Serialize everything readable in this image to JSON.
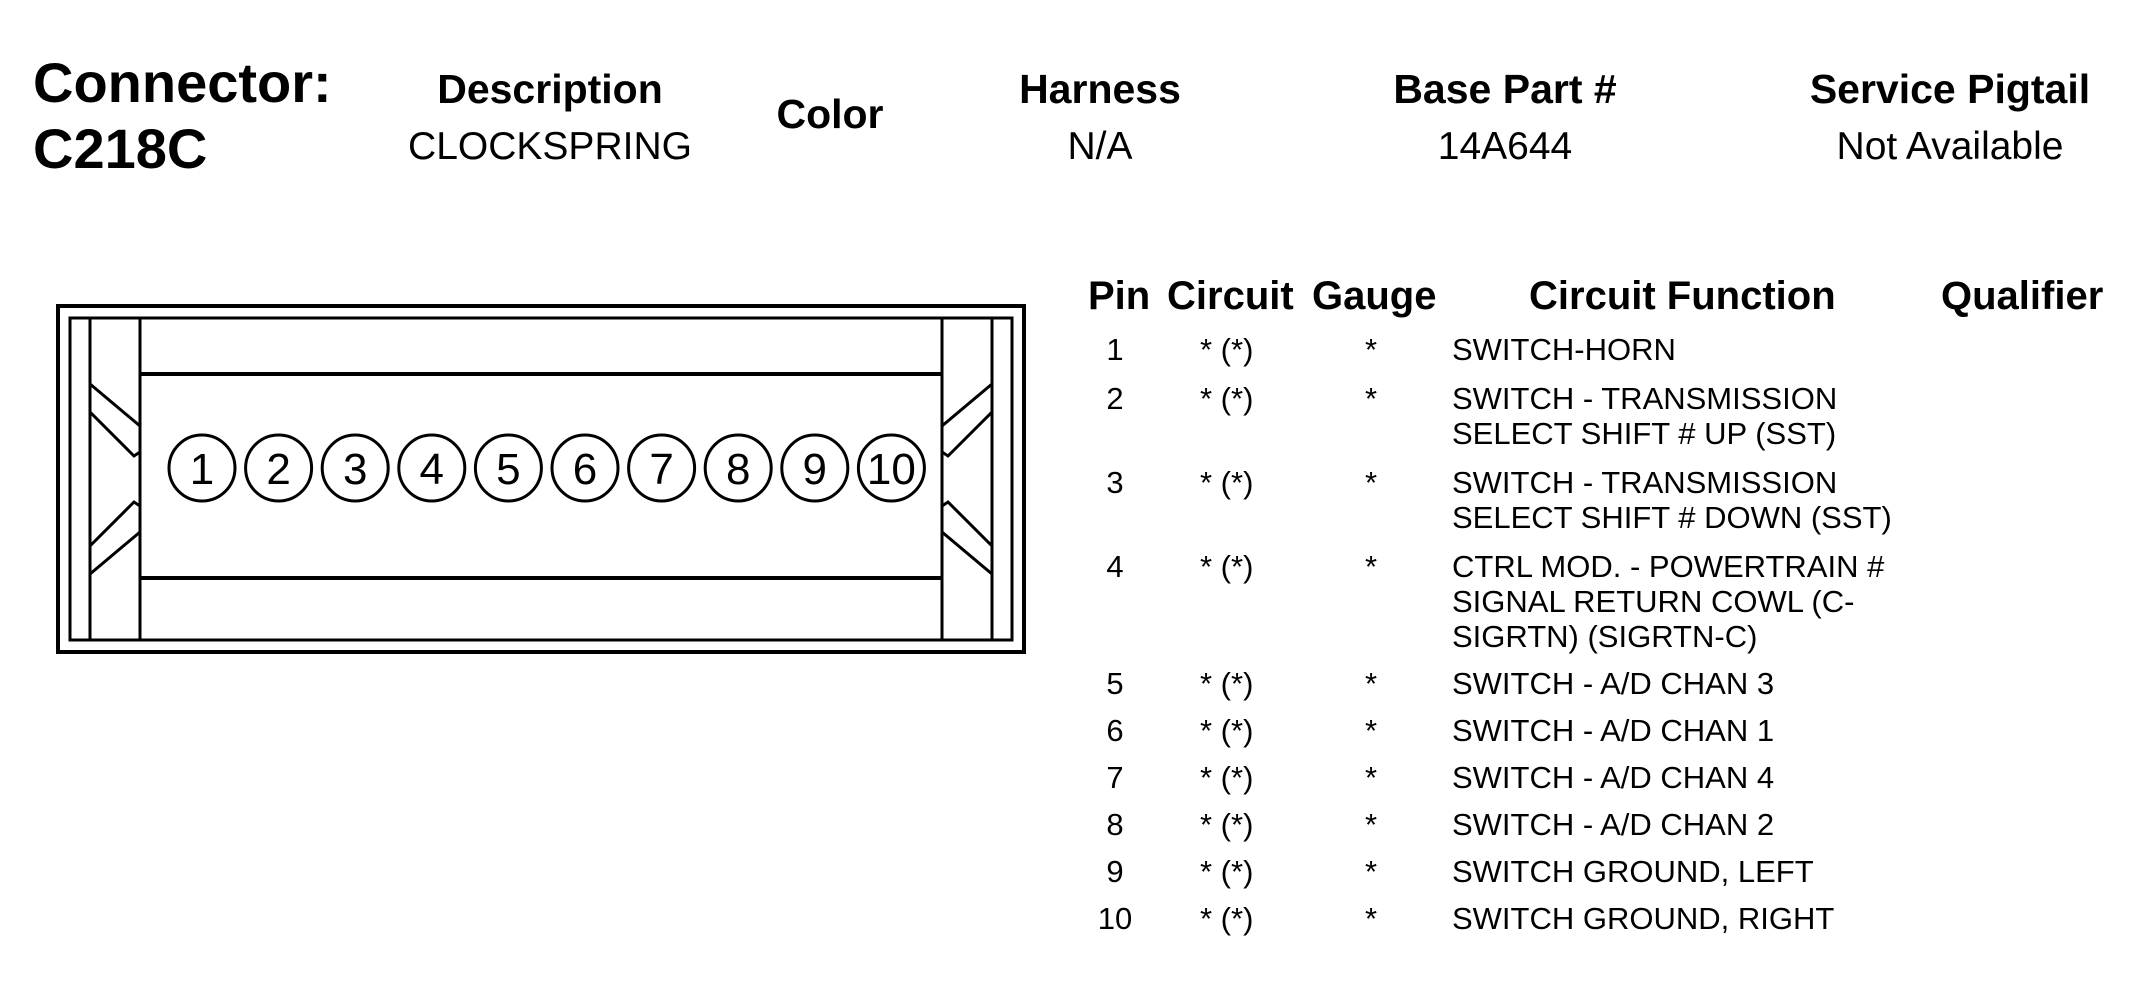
{
  "header": {
    "connector_label": "Connector:",
    "connector_id": "C218C",
    "description_label": "Description",
    "description_value": "CLOCKSPRING",
    "color_label": "Color",
    "harness_label": "Harness",
    "harness_value": "N/A",
    "base_part_label": "Base Part #",
    "base_part_value": "14A644",
    "service_pigtail_label": "Service Pigtail",
    "service_pigtail_value": "Not Available"
  },
  "connector": {
    "pin_labels": [
      "1",
      "2",
      "3",
      "4",
      "5",
      "6",
      "7",
      "8",
      "9",
      "10"
    ]
  },
  "table": {
    "headers": {
      "pin": "Pin",
      "circuit": "Circuit",
      "gauge": "Gauge",
      "function": "Circuit Function",
      "qualifier": "Qualifier"
    },
    "rows": [
      {
        "pin": "1",
        "circuit": "* (*)",
        "gauge": "*",
        "function": "SWITCH-HORN",
        "qualifier": ""
      },
      {
        "pin": "2",
        "circuit": "* (*)",
        "gauge": "*",
        "function": "SWITCH - TRANSMISSION SELECT SHIFT # UP (SST)",
        "qualifier": ""
      },
      {
        "pin": "3",
        "circuit": "* (*)",
        "gauge": "*",
        "function": "SWITCH - TRANSMISSION SELECT SHIFT # DOWN (SST)",
        "qualifier": ""
      },
      {
        "pin": "4",
        "circuit": "* (*)",
        "gauge": "*",
        "function": "CTRL MOD. - POWERTRAIN # SIGNAL RETURN COWL (C-SIGRTN) (SIGRTN-C)",
        "qualifier": ""
      },
      {
        "pin": "5",
        "circuit": "* (*)",
        "gauge": "*",
        "function": "SWITCH - A/D CHAN 3",
        "qualifier": ""
      },
      {
        "pin": "6",
        "circuit": "* (*)",
        "gauge": "*",
        "function": "SWITCH - A/D CHAN 1",
        "qualifier": ""
      },
      {
        "pin": "7",
        "circuit": "* (*)",
        "gauge": "*",
        "function": "SWITCH - A/D CHAN 4",
        "qualifier": ""
      },
      {
        "pin": "8",
        "circuit": "* (*)",
        "gauge": "*",
        "function": "SWITCH - A/D CHAN 2",
        "qualifier": ""
      },
      {
        "pin": "9",
        "circuit": "* (*)",
        "gauge": "*",
        "function": "SWITCH GROUND, LEFT",
        "qualifier": ""
      },
      {
        "pin": "10",
        "circuit": "* (*)",
        "gauge": "*",
        "function": "SWITCH GROUND, RIGHT",
        "qualifier": ""
      }
    ]
  }
}
